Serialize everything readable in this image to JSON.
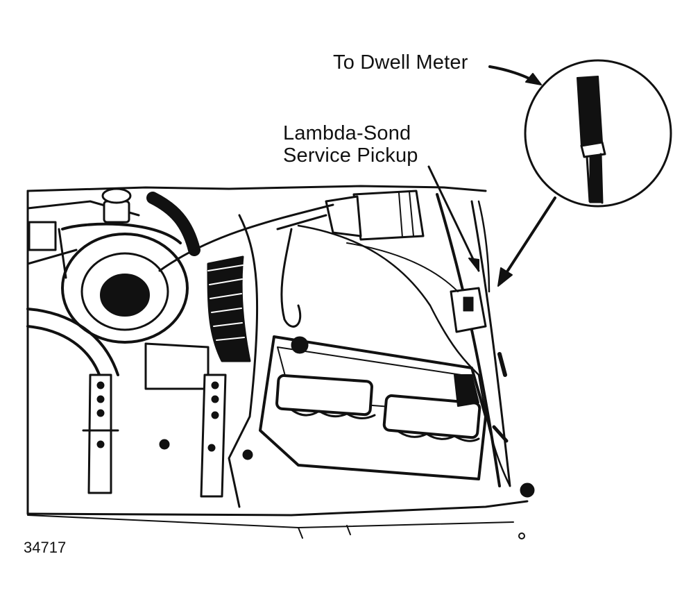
{
  "labels": {
    "dwell_meter": "To Dwell Meter",
    "lambda_line1": "Lambda-Sond",
    "lambda_line2": "Service Pickup"
  },
  "figure_number": "34717",
  "colors": {
    "ink": "#111111",
    "paper": "#ffffff"
  }
}
